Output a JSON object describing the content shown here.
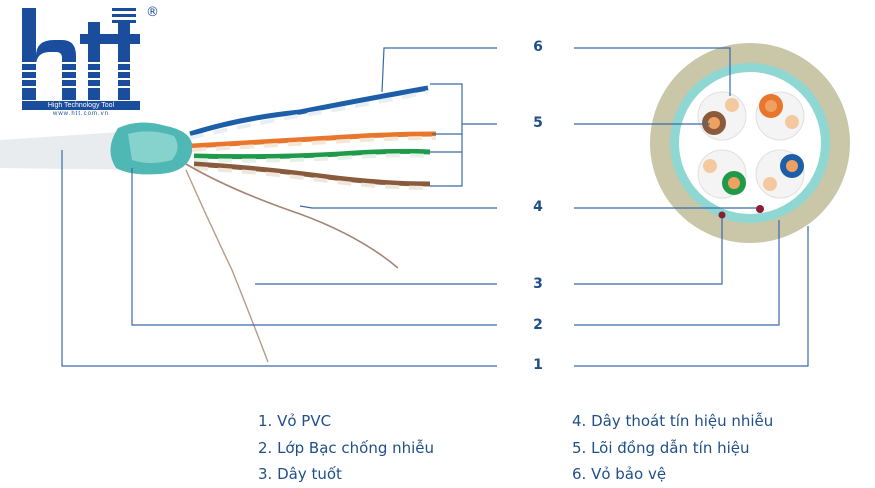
{
  "logo": {
    "brand_lettering": "htt",
    "caption": "High Technology Tool",
    "url": "www.htt.com.vn",
    "registered_mark": "®",
    "color": "#1a4d9c"
  },
  "callouts": {
    "n6": "6",
    "n5": "5",
    "n4": "4",
    "n3": "3",
    "n2": "2",
    "n1": "1"
  },
  "legend": {
    "item1": "1. Vỏ PVC",
    "item2": "2. Lớp Bạc chống nhiễu",
    "item3": "3. Dây tuốt",
    "item4": "4. Dây thoát tín hiệu nhiễu",
    "item5": "5. Lõi đồng dẫn tín hiệu",
    "item6": "6. Vỏ bảo vệ"
  },
  "colors": {
    "text": "#1f4f8a",
    "leader_line": "#3a6aa8",
    "outer_jacket": "#c9c7a8",
    "shield": "#8fd7d2",
    "inner_core": "#ffffff",
    "pair_orange": "#e8762c",
    "pair_brown": "#8a5a3c",
    "pair_green": "#1f9a4a",
    "pair_blue": "#1c5ea8",
    "drain_wire": "#8a1f33"
  }
}
